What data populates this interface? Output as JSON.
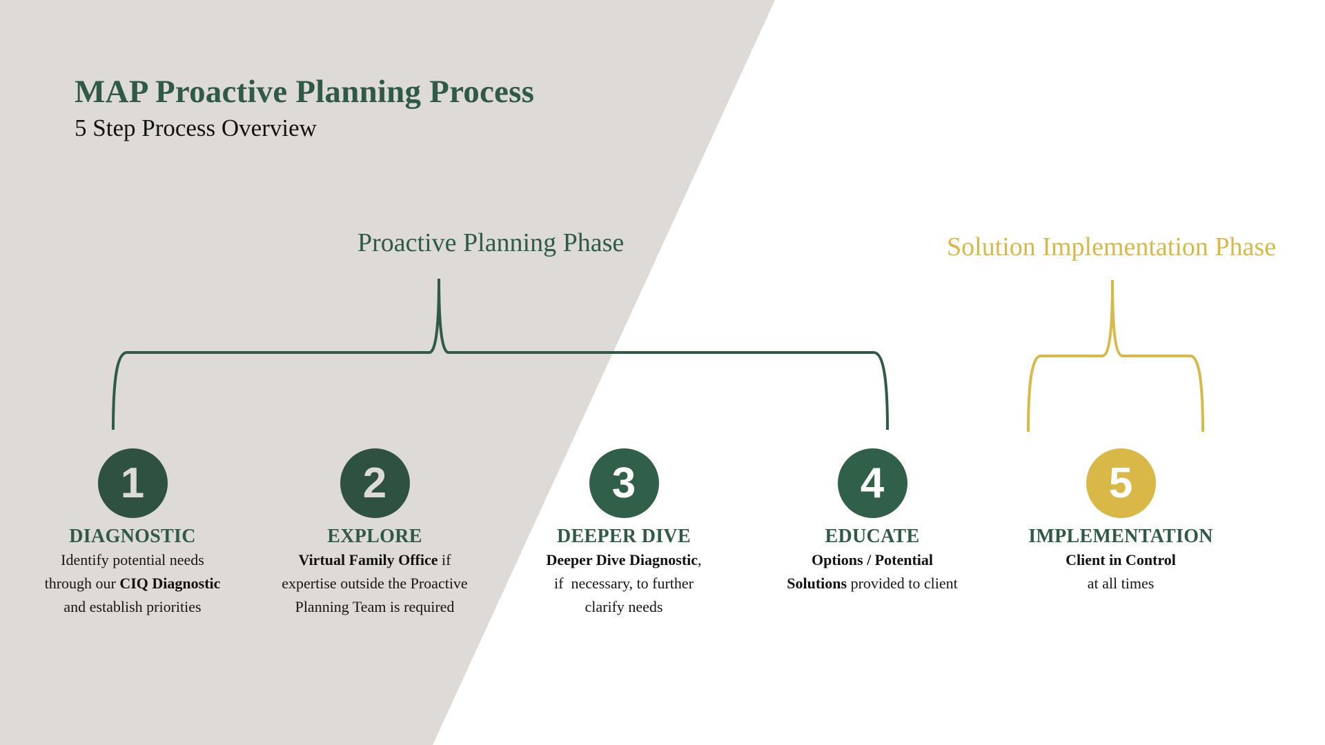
{
  "header": {
    "title": "MAP Proactive Planning Process",
    "subtitle": "5 Step Process Overview"
  },
  "colors": {
    "background_panel": "#dedad7",
    "background": "#ffffff",
    "green_dark": "#2f5240",
    "green": "#31604a",
    "heading_green": "#2f5a45",
    "gold": "#d9b848",
    "digit_on_gray": "#dedad7",
    "digit_on_white": "#ffffff"
  },
  "phases": [
    {
      "label": "Proactive Planning Phase",
      "color": "#2f5a45",
      "steps": [
        1,
        2,
        3,
        4
      ]
    },
    {
      "label": "Solution Implementation Phase",
      "color": "#d9b848",
      "steps": [
        5
      ]
    }
  ],
  "steps": [
    {
      "number": "1",
      "title": "DIAGNOSTIC",
      "circle_color": "#2f5240",
      "digit_color": "#dedad7",
      "lines": [
        [
          {
            "text": "Identify potential needs",
            "bold": false
          }
        ],
        [
          {
            "text": "through our ",
            "bold": false
          },
          {
            "text": "CIQ Diagnostic",
            "bold": true
          }
        ],
        [
          {
            "text": "and establish priorities",
            "bold": false
          }
        ]
      ]
    },
    {
      "number": "2",
      "title": "EXPLORE",
      "circle_color": "#2f5240",
      "digit_color": "#dedad7",
      "lines": [
        [
          {
            "text": "Virtual Family Office",
            "bold": true
          },
          {
            "text": " if",
            "bold": false
          }
        ],
        [
          {
            "text": "expertise outside the Proactive",
            "bold": false
          }
        ],
        [
          {
            "text": "Planning Team is required",
            "bold": false
          }
        ]
      ]
    },
    {
      "number": "3",
      "title": "DEEPER DIVE",
      "circle_color": "#31604a",
      "digit_color": "#ffffff",
      "lines": [
        [
          {
            "text": "Deeper Dive Diagnostic",
            "bold": true
          },
          {
            "text": ",",
            "bold": false
          }
        ],
        [
          {
            "text": "if  necessary, to further",
            "bold": false
          }
        ],
        [
          {
            "text": "clarify needs",
            "bold": false
          }
        ]
      ]
    },
    {
      "number": "4",
      "title": "EDUCATE",
      "circle_color": "#31604a",
      "digit_color": "#ffffff",
      "lines": [
        [
          {
            "text": "Options / Potential",
            "bold": true
          }
        ],
        [
          {
            "text": "Solutions",
            "bold": true
          },
          {
            "text": " provided to client",
            "bold": false
          }
        ]
      ]
    },
    {
      "number": "5",
      "title": "IMPLEMENTATION",
      "circle_color": "#d9b848",
      "digit_color": "#ffffff",
      "lines": [
        [
          {
            "text": "Client in Control",
            "bold": true
          }
        ],
        [
          {
            "text": "at all times",
            "bold": false
          }
        ]
      ]
    }
  ]
}
